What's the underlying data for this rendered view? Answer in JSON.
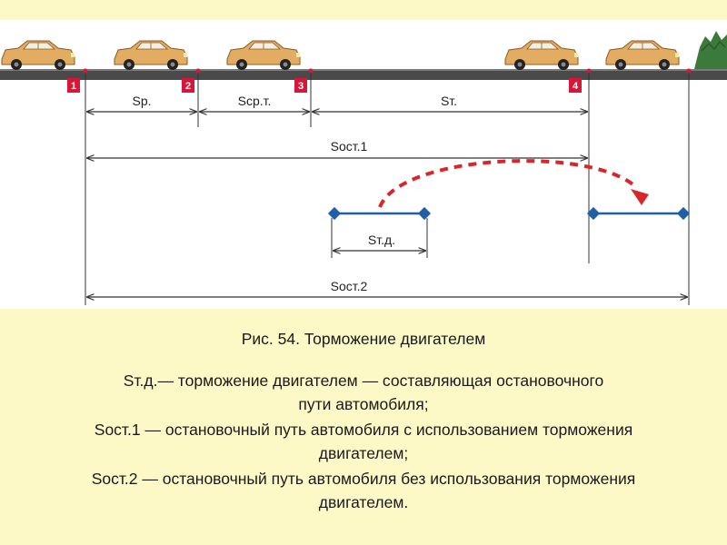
{
  "colors": {
    "background": "#fcf9c6",
    "figure": "#ffffff",
    "road": "#4a4a4a",
    "car": "#e2ac62",
    "marker": "#d6173a",
    "segment": "#1f5fa8",
    "arrow": "#d9252c"
  },
  "icons": [
    "car-icon",
    "bush-icon",
    "marker-icon"
  ],
  "markers": [
    "1",
    "2",
    "3",
    "4"
  ],
  "labels": {
    "sr": "Sр.",
    "srt": "Sср.т.",
    "st": "Sт.",
    "sost1": "Sост.1",
    "std": "Sт.д.",
    "sost2": "Sост.2"
  },
  "caption": {
    "title": "Рис. 54. Торможение двигателем",
    "line1": "Sт.д.— торможение двигателем — составляющая остановочного",
    "line2": "пути автомобиля;",
    "line3": "Sост.1 — остановочный путь автомобиля с использованием торможения",
    "line4": "двигателем;",
    "line5": "Sост.2 — остановочный путь автомобиля без использования торможения",
    "line6": "двигателем."
  }
}
